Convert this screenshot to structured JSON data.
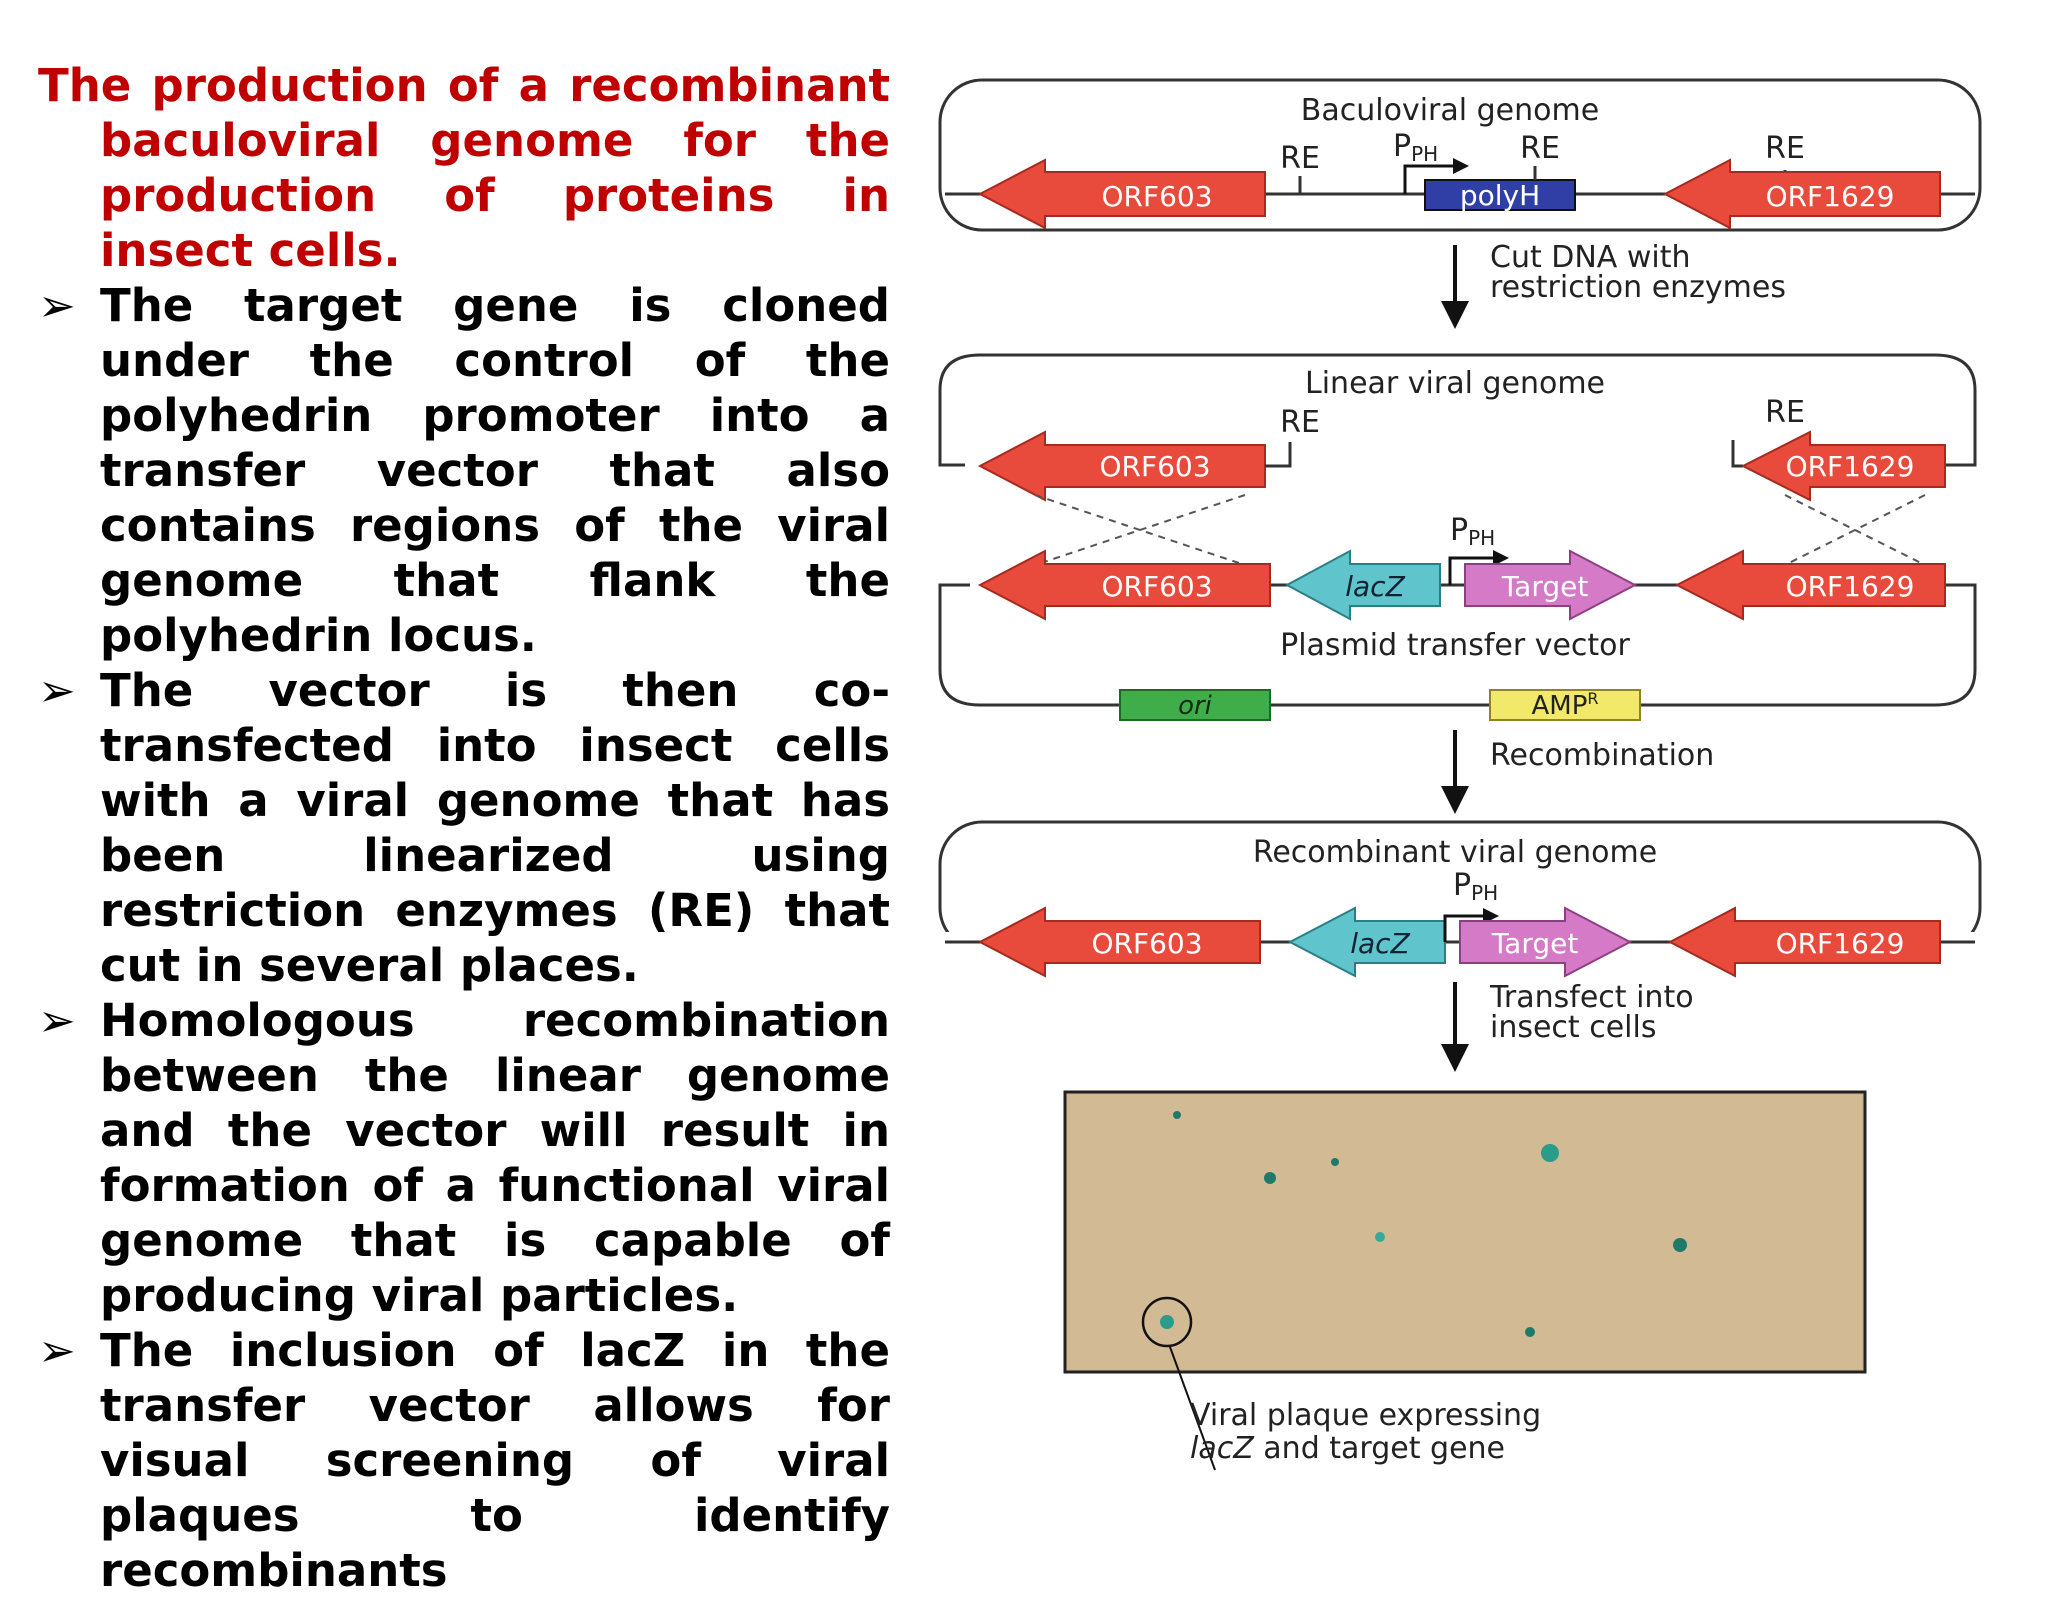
{
  "text": {
    "title": "The production of a recombinant baculoviral genome for the production of proteins in insect cells.",
    "bullets": [
      "The target gene is cloned under the control of the polyhedrin promoter into a transfer vector that also contains regions of the viral genome that flank the polyhedrin locus.",
      "The vector is then co-transfected into insect cells with a viral genome that has been linearized using restriction enzymes (RE) that cut in several places.",
      "Homologous recombination between the linear genome and the vector will result in formation of a functional viral genome that is capable of producing viral particles.",
      "The inclusion of lacZ in the transfer vector allows for visual screening of viral plaques to identify recombinants"
    ],
    "bullet_icon": "arrowhead-bullet-icon"
  },
  "diagram": {
    "panel1": {
      "label": "Baculoviral genome",
      "orf_left": "ORF603",
      "polyh": "polyH",
      "orf_right": "ORF1629",
      "re": "RE",
      "promoter": "P",
      "promoter_sub": "PH"
    },
    "step1": {
      "line1": "Cut DNA with",
      "line2": "restriction enzymes"
    },
    "panel2": {
      "label": "Linear viral genome",
      "orf_left": "ORF603",
      "orf_right": "ORF1629",
      "re": "RE"
    },
    "panel3": {
      "label": "Plasmid transfer vector",
      "orf_left": "ORF603",
      "lacz": "lacZ",
      "target": "Target",
      "orf_right": "ORF1629",
      "promoter": "P",
      "promoter_sub": "PH",
      "ori": "ori",
      "amp": "AMP",
      "amp_sup": "R"
    },
    "step2": {
      "line1": "Recombination"
    },
    "panel4": {
      "label": "Recombinant viral genome",
      "orf_left": "ORF603",
      "lacz": "lacZ",
      "target": "Target",
      "orf_right": "ORF1629",
      "promoter": "P",
      "promoter_sub": "PH"
    },
    "step3": {
      "line1": "Transfect into",
      "line2": "insect cells"
    },
    "plaque_caption": {
      "line1": "Viral plaque expressing",
      "line2_italic": "lacZ",
      "line2_rest": " and target gene"
    },
    "colors": {
      "orf_red": "#e84a3c",
      "polyh_blue": "#2f3fa6",
      "lacz_cyan": "#5fc4cc",
      "target_pink": "#d57ac6",
      "ori_green": "#3fae4a",
      "amp_yellow": "#f2e96b",
      "plate": "#cdb48e"
    }
  }
}
